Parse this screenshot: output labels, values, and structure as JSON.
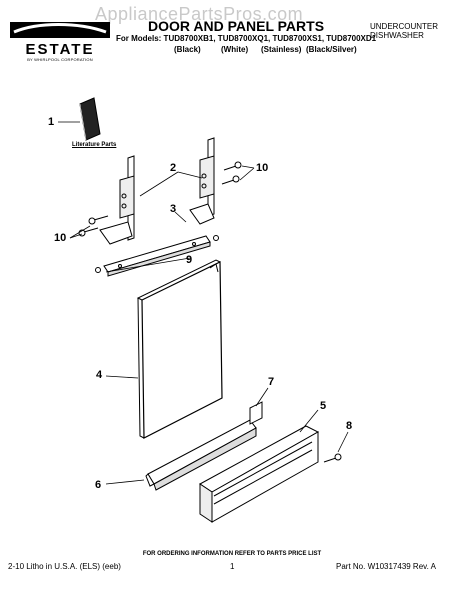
{
  "watermark": "AppliancePartsPros.com",
  "brand": {
    "name": "ESTATE",
    "sub": "BY WHIRLPOOL CORPORATION"
  },
  "header": {
    "title": "DOOR AND PANEL PARTS",
    "category_line1": "UNDERCOUNTER",
    "category_line2": "DISHWASHER",
    "models": "For Models: TUD8700XB1, TUD8700XQ1, TUD8700XS1, TUD8700XD1",
    "variants": [
      "(Black)",
      "(White)",
      "(Stainless)",
      "(Black/Silver)"
    ]
  },
  "diagram": {
    "literature_label": "Literature Parts",
    "callouts": [
      "1",
      "2",
      "3",
      "4",
      "5",
      "6",
      "7",
      "8",
      "9",
      "10",
      "10"
    ]
  },
  "footer": {
    "note": "FOR ORDERING INFORMATION REFER TO PARTS PRICE LIST",
    "left": "2-10 Litho in U.S.A. (ELS) (eeb)",
    "page": "1",
    "right": "Part No. W10317439 Rev. A"
  }
}
